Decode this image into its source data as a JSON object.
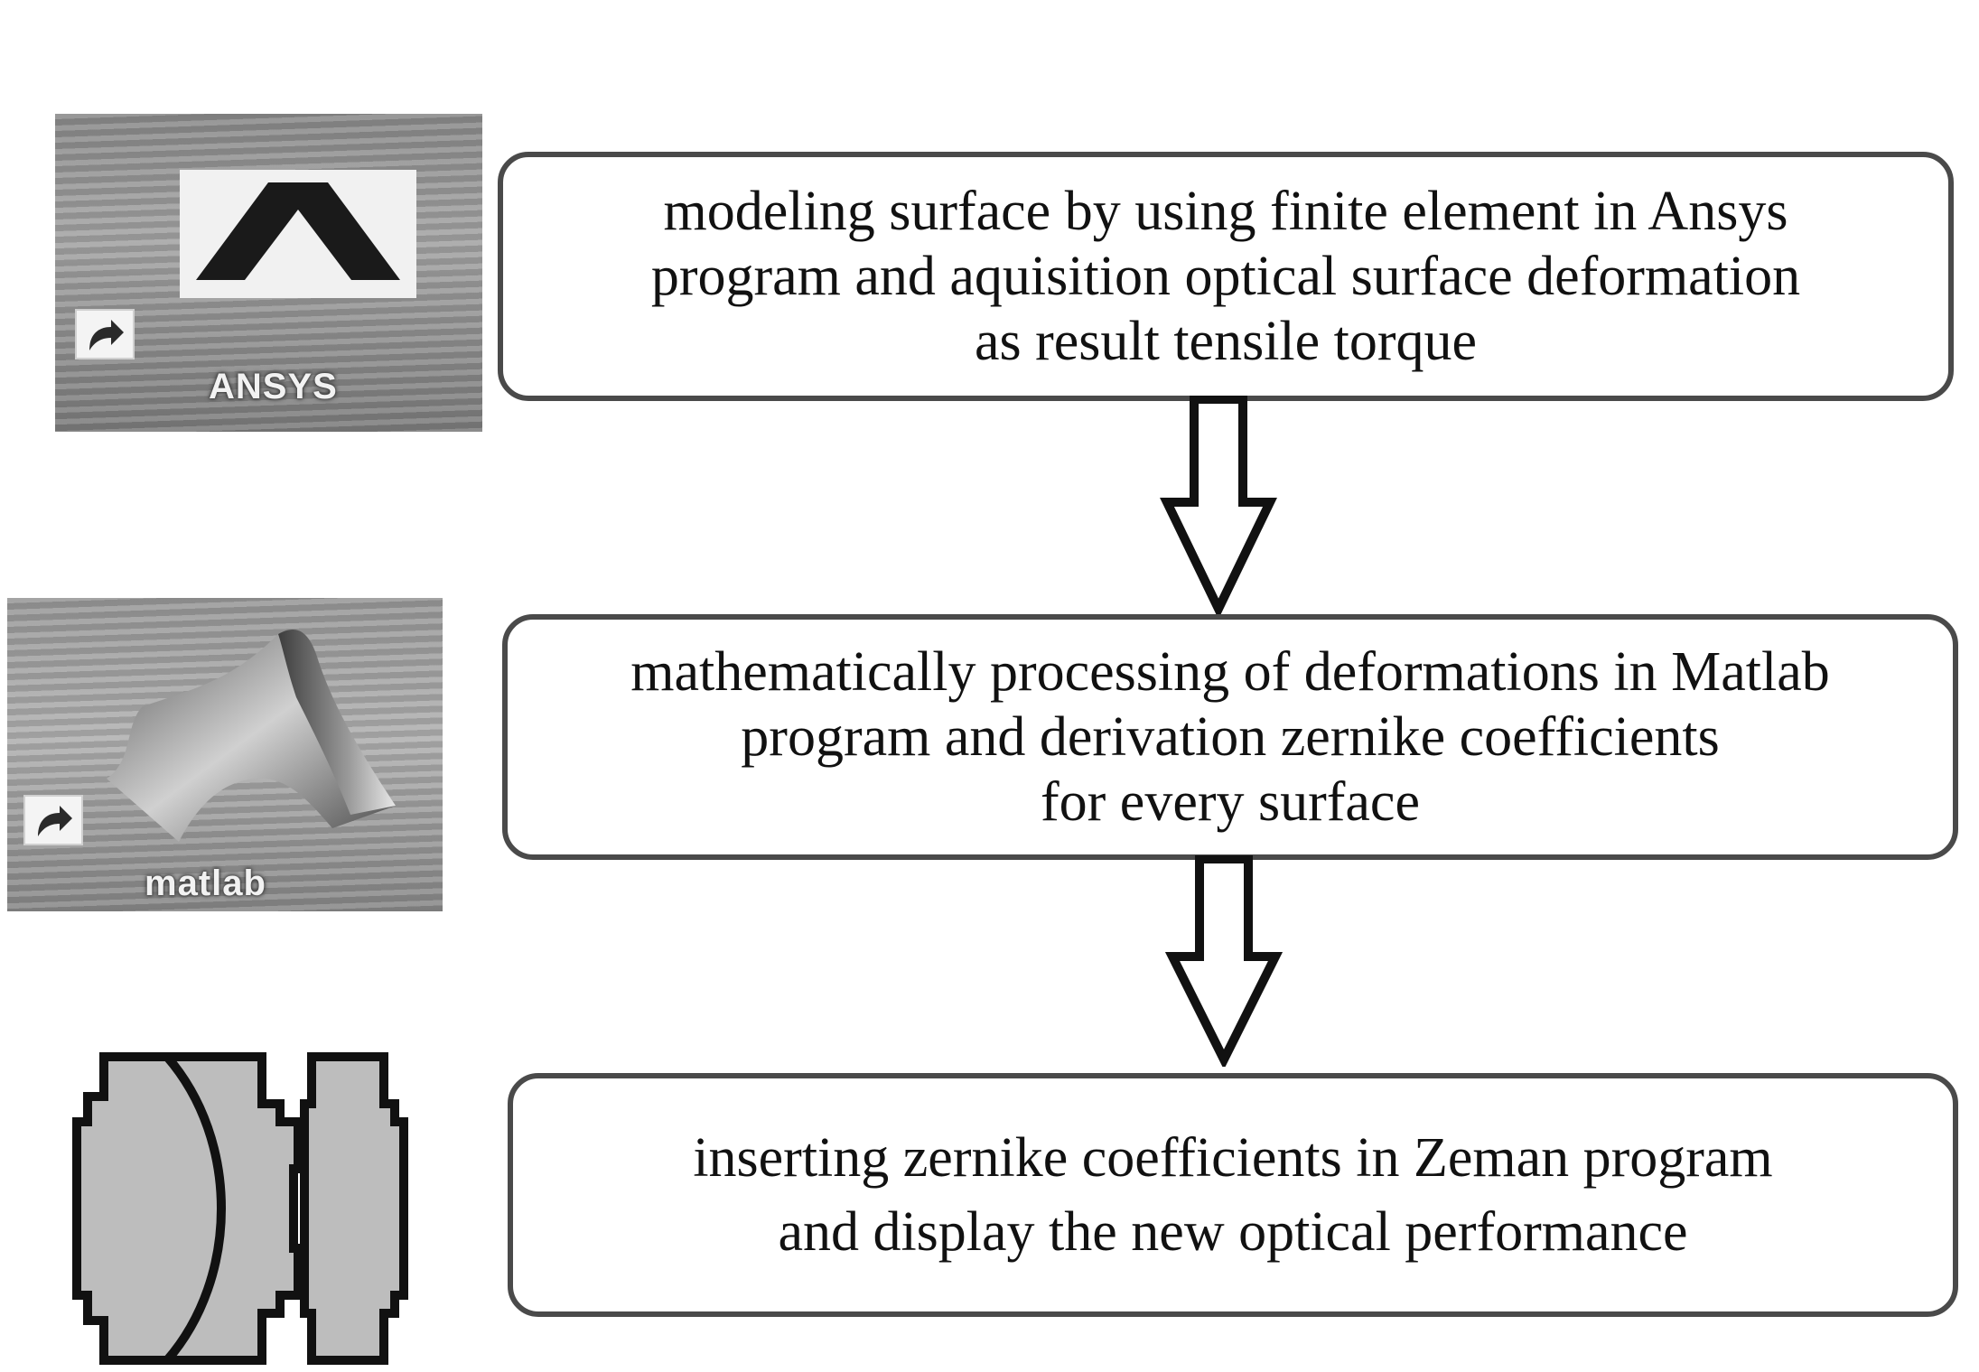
{
  "steps": [
    {
      "text": "modeling surface by using finite element in Ansys\nprogram and aquisition optical surface deformation\nas result tensile torque"
    },
    {
      "text": "mathematically processing of deformations in Matlab\nprogram and derivation zernike coefficients\nfor every surface"
    },
    {
      "text": "inserting zernike coefficients in Zeman program\nand display the new optical performance"
    }
  ],
  "icons": {
    "ansys": {
      "caption": "ANSYS",
      "icon": "ansys-logo-icon"
    },
    "matlab": {
      "caption": "matlab",
      "icon": "matlab-membrane-icon"
    },
    "zemax": {
      "icon": "lens-system-icon"
    }
  },
  "colors": {
    "box_border": "#4a4a4a",
    "text": "#111111",
    "arrow": "#111111",
    "lens_fill": "#bdbdbd"
  }
}
